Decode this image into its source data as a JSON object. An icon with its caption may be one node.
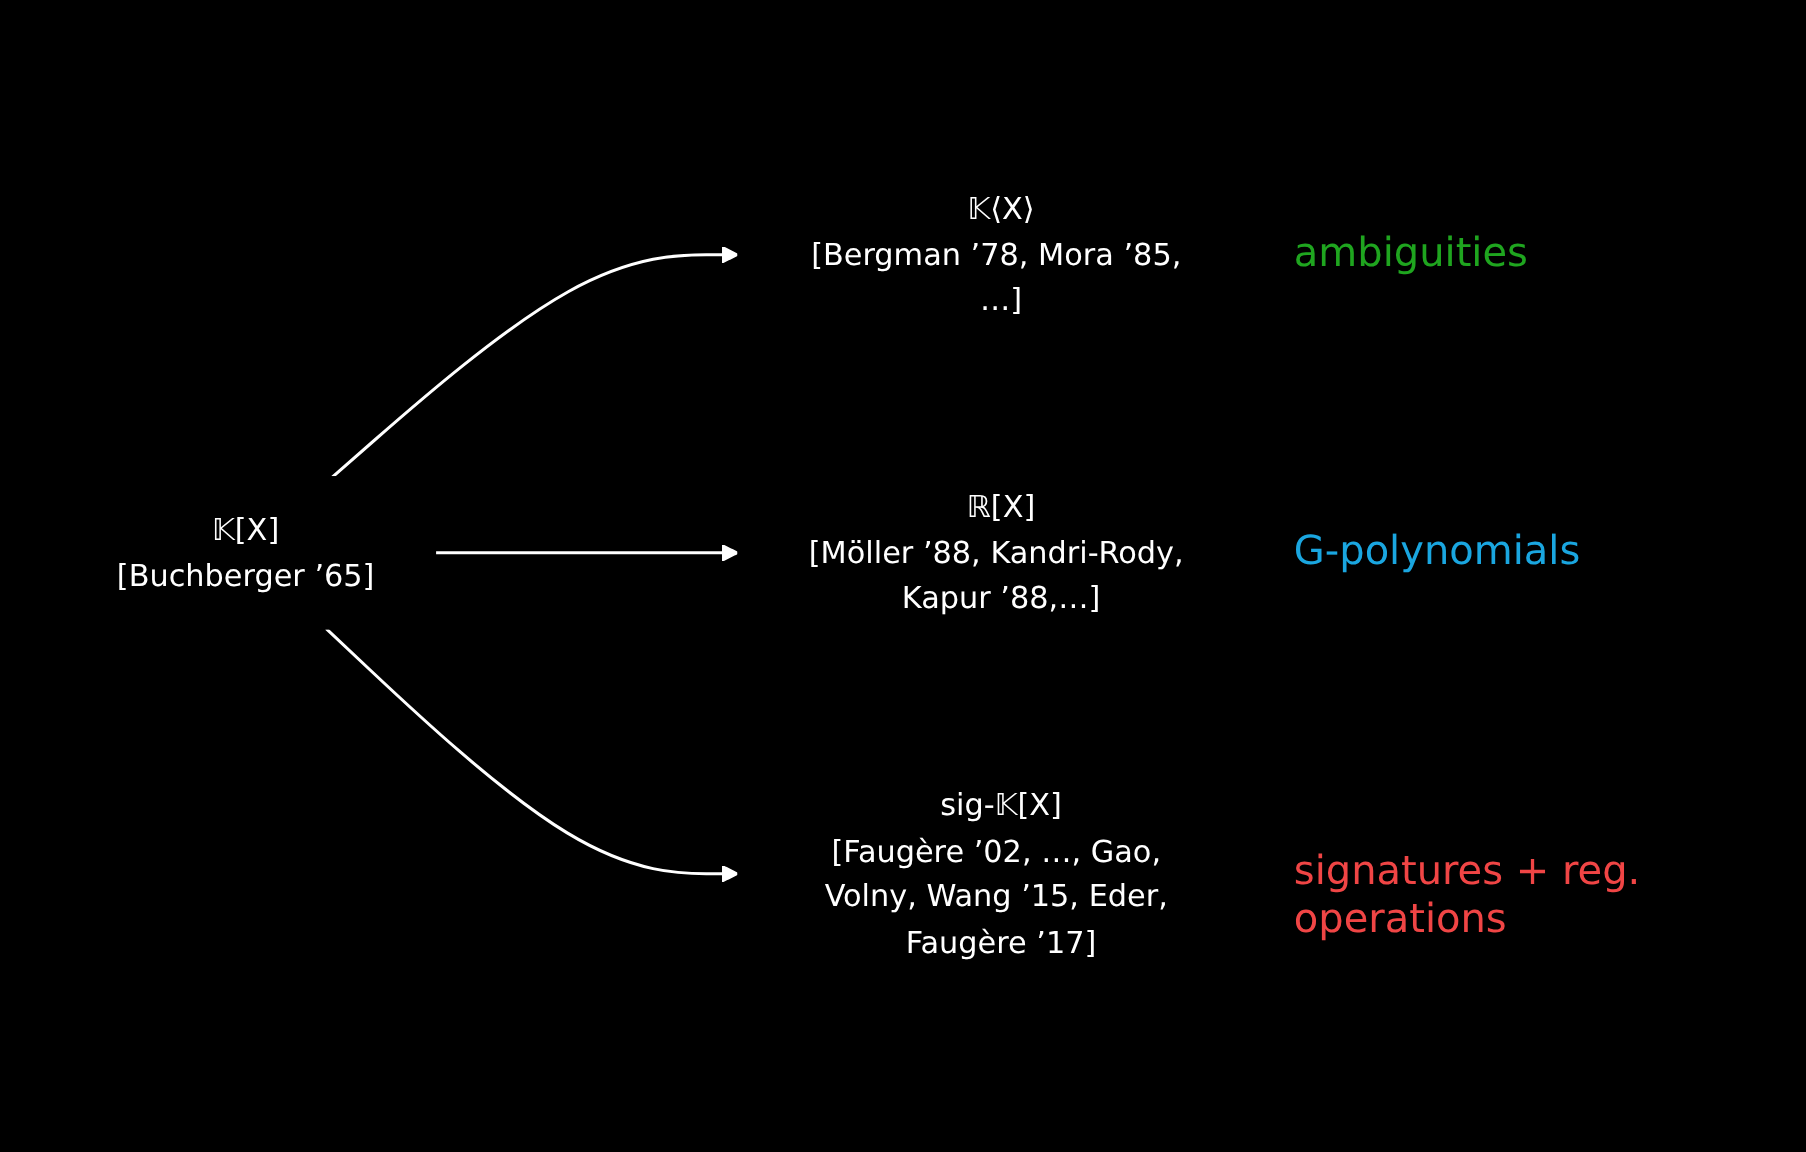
{
  "diagram": {
    "nodes": [
      {
        "text": [
          "𝕂[X]",
          "[Buchberger ’65]"
        ]
      },
      {
        "text": [
          "𝕂⟨X⟩",
          "[Bergman ’78, Mora ’85, …]"
        ],
        "beside": [
          "ambiguities"
        ]
      },
      {
        "text": [
          "ℝ[X]",
          "[Möller ’88, Kandri-Rody, Kapur ’88,…]"
        ],
        "beside": [
          "G-polynomials"
        ]
      },
      {
        "text": [
          "sig-𝕂[X]",
          "[Faugère ’02, …, Gao, Volny, Wang ’15, Eder, Faugère ’17]"
        ],
        "beside": [
          "signatures + reg. operations"
        ]
      }
    ],
    "edges": [
      {
        "from": 0,
        "to": 1,
        "arrow": "to"
      },
      {
        "from": 0,
        "to": 2,
        "arrow": "to"
      },
      {
        "from": 0,
        "to": 3,
        "arrow": "to"
      }
    ]
  }
}
